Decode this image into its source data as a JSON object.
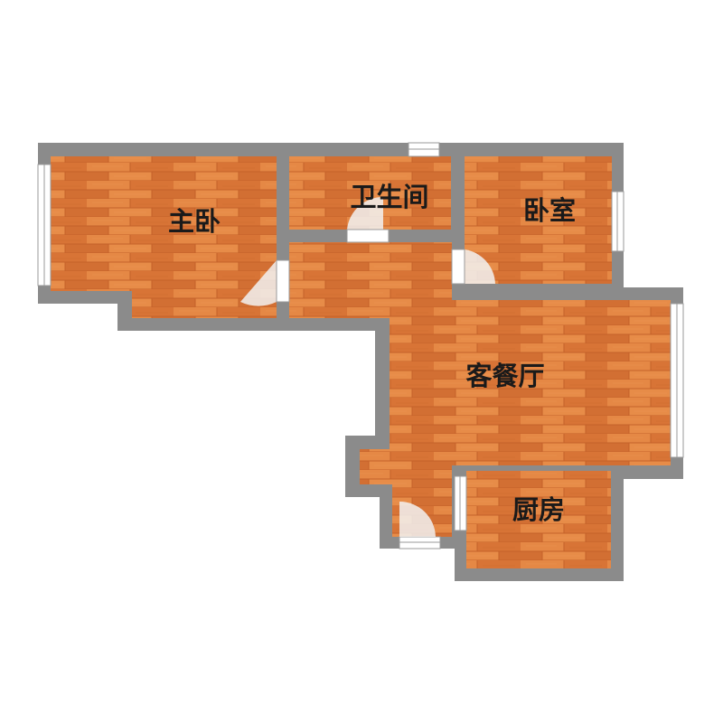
{
  "rooms": {
    "master_bedroom": "主卧",
    "bathroom": "卫生间",
    "bedroom": "卧室",
    "living_dining": "客餐厅",
    "kitchen": "厨房"
  },
  "colors": {
    "wall": "#8b8b8b",
    "floor_base": "#df7e3a",
    "floor_dark": "#c4622a",
    "floor_light": "#ee9a55",
    "window": "#ffffff",
    "door_swing": "#f2f2f2"
  }
}
